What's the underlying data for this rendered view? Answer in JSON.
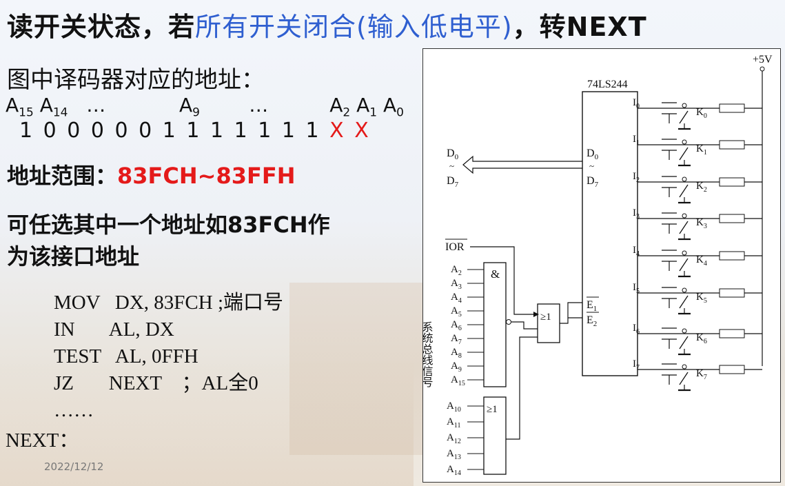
{
  "slide": {
    "title_part1": "读开关状态，若",
    "title_highlight": "所有开关闭合(输入低电平)",
    "title_part2": "，转NEXT",
    "decoder_heading": "图中译码器对应的地址：",
    "address_labels": {
      "a15": "A",
      "a15_sub": "15",
      "a14": "A",
      "a14_sub": "14",
      "dots1": "…",
      "a9": "A",
      "a9_sub": "9",
      "dots2": "…",
      "a2": "A",
      "a2_sub": "2",
      "a1": "A",
      "a1_sub": "1",
      "a0": "A",
      "a0_sub": "0"
    },
    "address_bits": "1 0 0 0 0 0 1 1 1 1 1 1 1",
    "address_bits_x1": "X",
    "address_bits_x2": "X",
    "range_label": "地址范围：",
    "range_value": "83FCH~83FFH",
    "choose_text_line1": "可任选其中一个地址如83FCH作",
    "choose_text_line2": "为该接口地址",
    "code": [
      "MOV   DX, 83FCH ;端口号",
      "IN       AL, DX",
      "TEST   AL, 0FFH",
      "JZ       NEXT    ；AL全0",
      "……"
    ],
    "next_label": "NEXT：",
    "date": "2022/12/12"
  },
  "diagram": {
    "chip_label": "74LS244",
    "vcc_label": "+5V",
    "inputs": [
      "I",
      "I",
      "I",
      "I",
      "I",
      "I",
      "I",
      "I"
    ],
    "input_subs": [
      "0",
      "1",
      "2",
      "3",
      "4",
      "5",
      "6",
      "7"
    ],
    "switches": [
      "K",
      "K",
      "K",
      "K",
      "K",
      "K",
      "K",
      "K"
    ],
    "data_left_top": "D",
    "data_left_top_sub": "0",
    "data_left_bottom": "D",
    "data_left_bottom_sub": "7",
    "data_chip_top": "D",
    "data_chip_top_sub": "0",
    "data_chip_bottom": "D",
    "data_chip_bottom_sub": "7",
    "tilde": "~",
    "enable1": "E",
    "enable1_sub": "1",
    "enable2": "E",
    "enable2_sub": "2",
    "ior": "IOR",
    "and_symbol": "&",
    "or_symbol": "≥1",
    "nor_symbol": "≥1",
    "bus_label": "系统总线信号",
    "and_inputs": [
      "A",
      "A",
      "A",
      "A",
      "A",
      "A",
      "A",
      "A",
      "A"
    ],
    "and_input_subs": [
      "2",
      "3",
      "4",
      "5",
      "6",
      "7",
      "8",
      "9",
      "15"
    ],
    "or_inputs": [
      "A",
      "A",
      "A",
      "A",
      "A"
    ],
    "or_input_subs": [
      "10",
      "11",
      "12",
      "13",
      "14"
    ]
  }
}
